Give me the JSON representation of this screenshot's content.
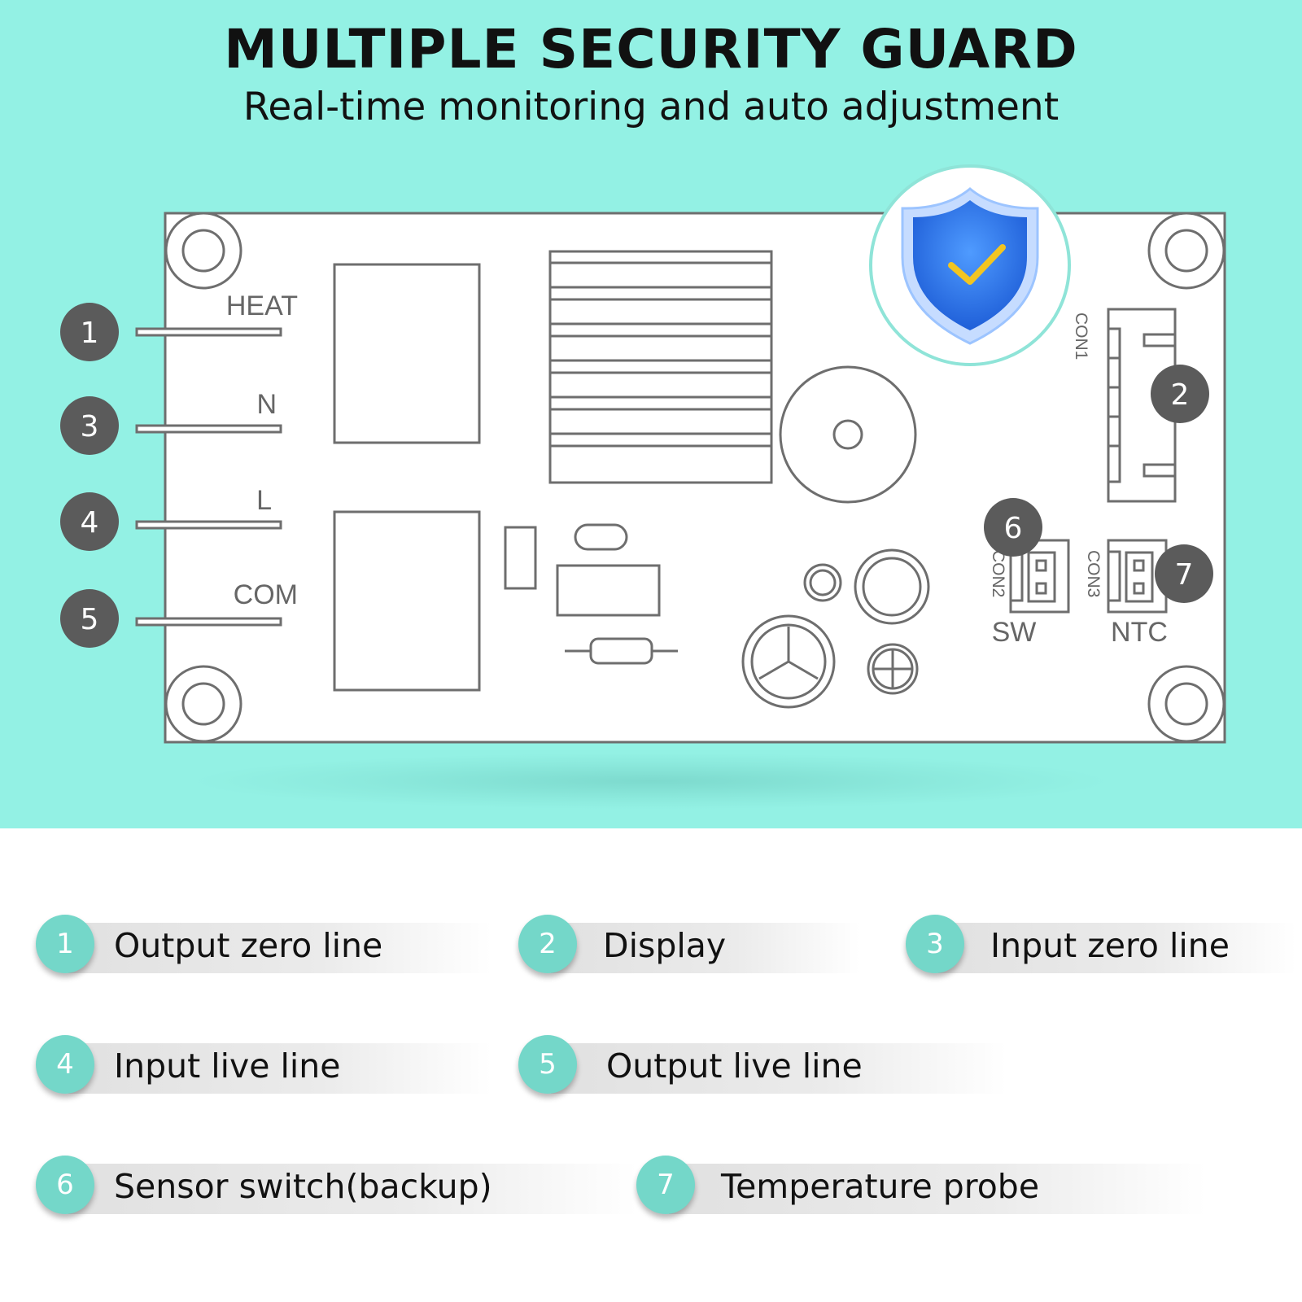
{
  "header": {
    "title": "MULTIPLE SECURITY GUARD",
    "subtitle": "Real-time monitoring and auto adjustment"
  },
  "board": {
    "terminal_labels": [
      "HEAT",
      "N",
      "L",
      "COM"
    ],
    "connector_labels": {
      "con1": "CON1",
      "con2": "CON2",
      "con3": "CON3",
      "sw": "SW",
      "ntc": "NTC"
    },
    "markers": [
      "1",
      "3",
      "4",
      "5",
      "2",
      "6",
      "7"
    ],
    "shield_icon": "shield-check-icon"
  },
  "legend": [
    {
      "number": "1",
      "label": "Output zero line"
    },
    {
      "number": "2",
      "label": "Display"
    },
    {
      "number": "3",
      "label": "Input zero line"
    },
    {
      "number": "4",
      "label": "Input live line"
    },
    {
      "number": "5",
      "label": "Output live line"
    },
    {
      "number": "6",
      "label": "Sensor switch(backup)"
    },
    {
      "number": "7",
      "label": "Temperature probe"
    }
  ],
  "colors": {
    "background_top": "#93f1e4",
    "marker_dark": "#5b5b5b",
    "legend_circle": "#74d7c9",
    "shield_blue": "#2f7df0",
    "check_yellow": "#f2c521"
  }
}
